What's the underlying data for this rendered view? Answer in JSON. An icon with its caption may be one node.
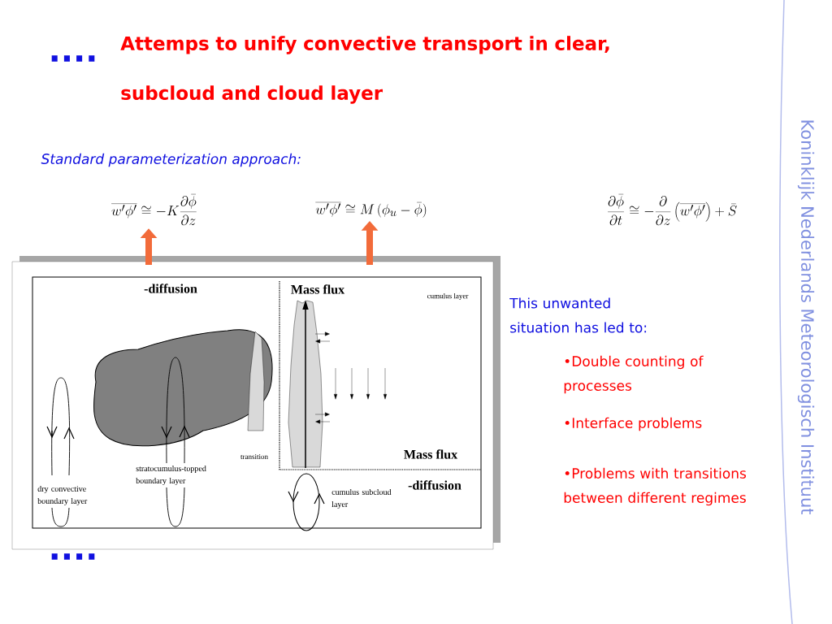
{
  "diagram": {
    "title": "Attemps to unify convective transport in clear, subcloud and cloud layer",
    "nodes": [
      {
        "text": [
          "\\overline{w'\\phi'} \\cong -K \\frac{\\partial \\bar{\\phi}}{\\partial z}"
        ]
      },
      {
        "text": [
          "\\overline{w'\\phi'} \\cong M\\,(\\phi_u - \\bar{\\phi})"
        ]
      },
      {
        "text": [
          "-diffusion"
        ]
      },
      {
        "text": [
          "Mass flux"
        ]
      }
    ],
    "edges": [
      {
        "from": null,
        "to": 0,
        "arrow": "to"
      },
      {
        "from": null,
        "to": 1,
        "arrow": "to"
      }
    ],
    "labels": [
      "....",
      "Standard parameterization approach:",
      "\\frac{\\partial \\bar{\\phi}}{\\partial t} \\cong -\\frac{\\partial}{\\partial z}\\left(\\overline{w'\\phi'}\\right) + \\bar{S}",
      "Koninklijk Nederlands Meteorologisch Instituut",
      "cumulus layer",
      "transition",
      "stratocumulus-topped boundary layer",
      "dry convective boundary layer",
      "Mass flux",
      "-diffusion",
      "cumulus subcloud layer",
      "This unwanted situation has led to:",
      "•Double counting of processes",
      "•Interface problems",
      "•Problems with transitions between different regimes",
      "...."
    ]
  }
}
